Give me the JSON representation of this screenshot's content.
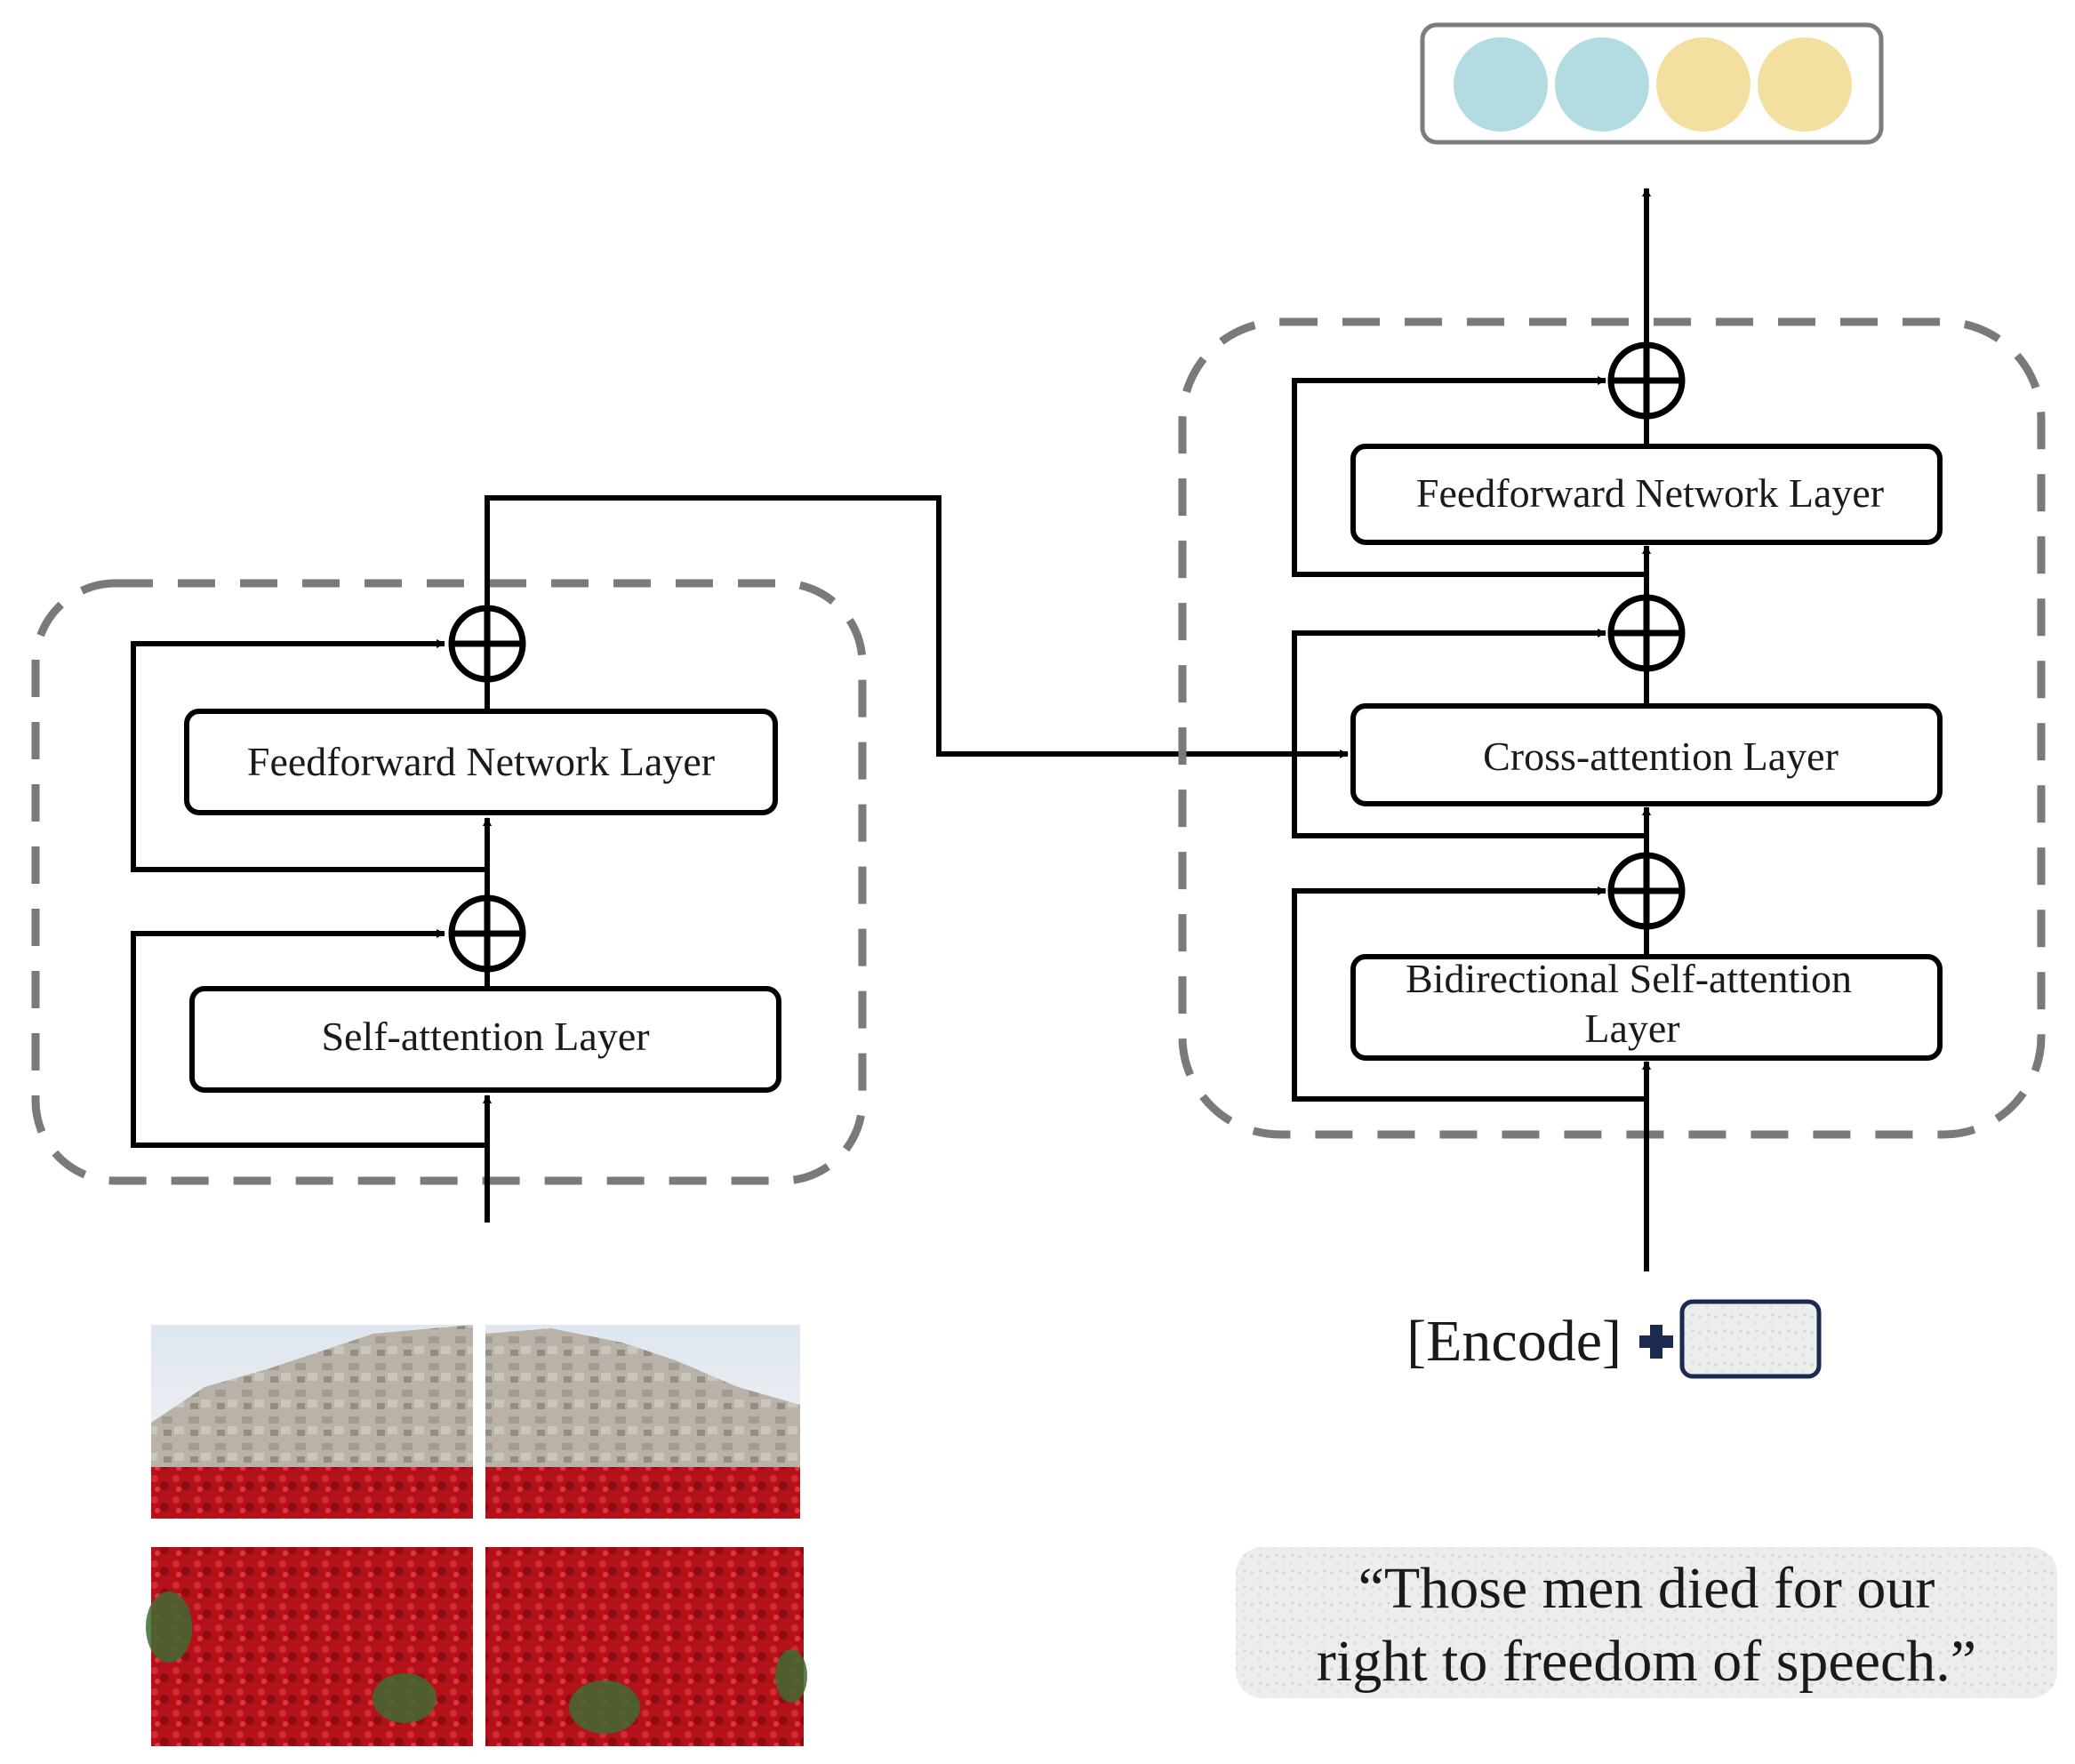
{
  "image_encoder": {
    "self_attention_label": "Self-attention Layer",
    "feedforward_label": "Feedforward Network Layer"
  },
  "text_decoder": {
    "bidirectional_label_line1": "Bidirectional Self-attention",
    "bidirectional_label_line2": "Layer",
    "cross_attention_label": "Cross-attention Layer",
    "feedforward_label": "Feedforward Network Layer"
  },
  "input_text": {
    "encode_token": "[Encode]",
    "caption_line1": "“Those men died for our",
    "caption_line2": "right to freedom of speech.”"
  },
  "output_tokens": {
    "colors": [
      "#b3dce2",
      "#b3dce2",
      "#f3e0a0",
      "#f3e0a0"
    ]
  },
  "image_tiles": {
    "count": 4
  }
}
